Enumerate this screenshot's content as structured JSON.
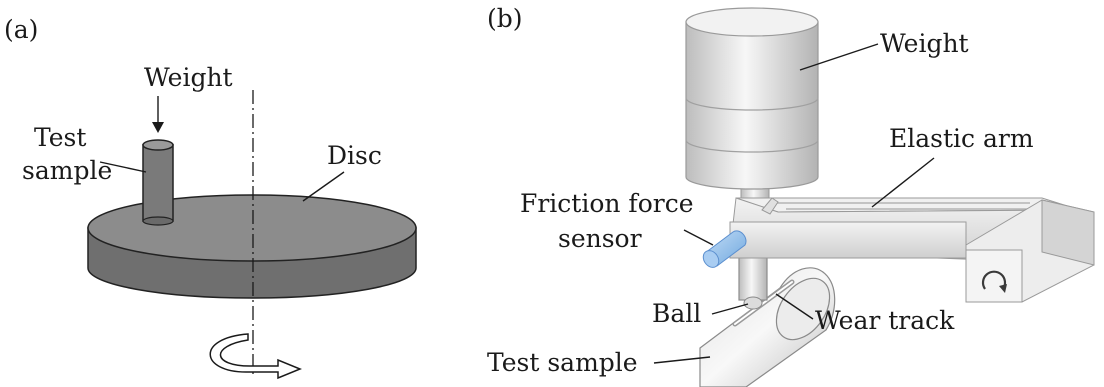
{
  "panel_a": {
    "panel_label": "(a)",
    "labels": {
      "weight": "Weight",
      "test_line1": "Test",
      "test_line2": "sample",
      "disc": "Disc"
    }
  },
  "panel_b": {
    "panel_label": "(b)",
    "labels": {
      "weight": "Weight",
      "elastic_arm": "Elastic arm",
      "friction_line1": "Friction force",
      "friction_line2": "sensor",
      "ball": "Ball",
      "wear_track": "Wear track",
      "test_sample": "Test sample"
    }
  },
  "colors": {
    "disc_dark": "#6f6f6f",
    "sensor_blue": "#9cc4ee",
    "metal_light": "#e6e6e6"
  }
}
